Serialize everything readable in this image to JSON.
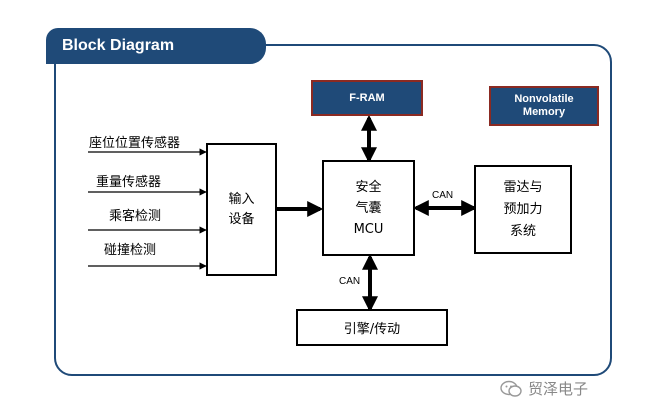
{
  "header": {
    "title": "Block Diagram"
  },
  "blocks": {
    "fram": "F-RAM",
    "nonvolatile": [
      "Nonvolatile",
      "Memory"
    ],
    "input": [
      "输入",
      "设备"
    ],
    "mcu": [
      "安全",
      "气囊",
      "MCU"
    ],
    "radar": [
      "雷达与",
      "预加力",
      "系统"
    ],
    "engine": "引擎/传动"
  },
  "sensors": [
    "座位位置传感器",
    "重量传感器",
    "乘客检测",
    "碰撞检测"
  ],
  "bus_labels": {
    "can_right": "CAN",
    "can_bottom": "CAN"
  },
  "watermark": {
    "text": "贸泽电子"
  }
}
